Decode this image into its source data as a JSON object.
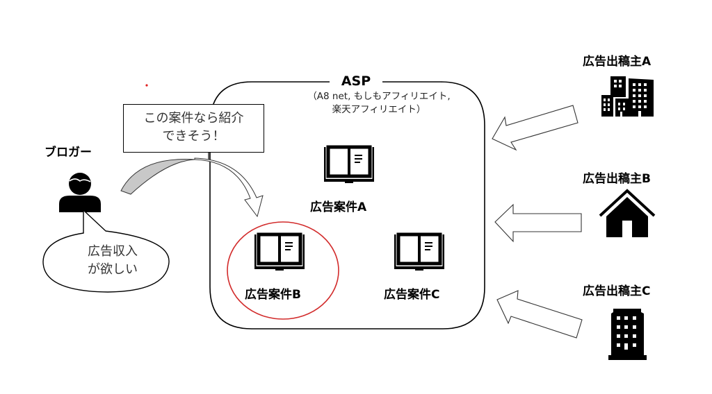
{
  "asp": {
    "title": "ASP",
    "subtitle_line1": "（A8 net, もしもアフィリエイト,",
    "subtitle_line2": "楽天アフィリエイト）"
  },
  "blogger": {
    "label": "ブロガー",
    "thought_line1": "この案件なら紹介",
    "thought_line2": "できそう！",
    "wish_line1": "広告収入",
    "wish_line2": "が欲しい"
  },
  "cases": [
    {
      "label": "広告案件A",
      "icon": "open-book-icon",
      "highlighted": false
    },
    {
      "label": "広告案件B",
      "icon": "open-book-icon",
      "highlighted": true
    },
    {
      "label": "広告案件C",
      "icon": "open-book-icon",
      "highlighted": false
    }
  ],
  "advertisers": [
    {
      "label": "広告出稿主A",
      "icon": "city-buildings-icon"
    },
    {
      "label": "広告出稿主B",
      "icon": "house-icon"
    },
    {
      "label": "広告出稿主C",
      "icon": "office-building-icon"
    }
  ],
  "colors": {
    "highlight": "#d22b2b",
    "arrow_gray": "#c8c8c8",
    "stroke": "#000000"
  }
}
